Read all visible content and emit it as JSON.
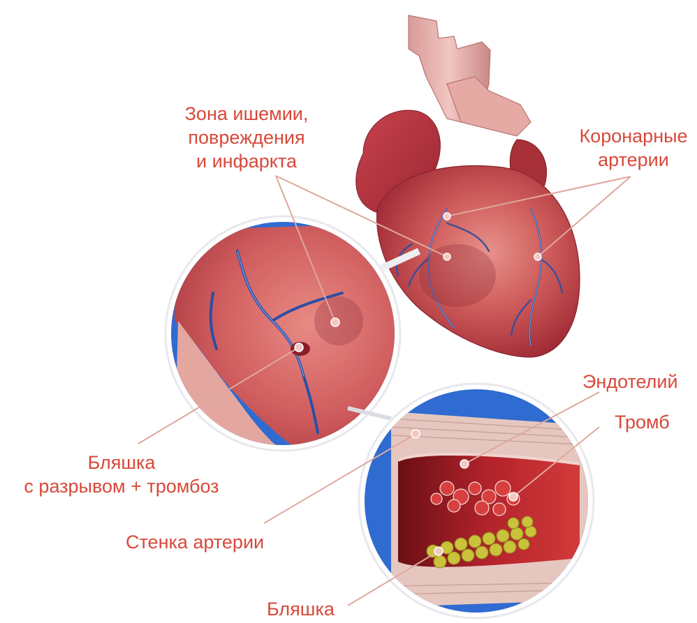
{
  "labels": {
    "ischemia": {
      "lines": [
        "Зона ишемии,",
        "повреждения",
        "и инфаркта"
      ]
    },
    "coronary": {
      "lines": [
        "Коронарные",
        "артерии"
      ]
    },
    "endothelium": {
      "text": "Эндотелий"
    },
    "thrombus": {
      "text": "Тромб"
    },
    "plaque_rupture": {
      "lines": [
        "Бляшка",
        "с разрывом + тромбоз"
      ]
    },
    "artery_wall": {
      "text": "Стенка артерии"
    },
    "plaque": {
      "text": "Бляшка"
    }
  },
  "colors": {
    "label": "#d8483a",
    "leader_line": "#e0a79d",
    "heart_tissue": "#c9545a",
    "vessel_blue": "#2a5fa8",
    "background_blue": "#2f6bd0",
    "plaque_yellow": "#c9c23a"
  }
}
